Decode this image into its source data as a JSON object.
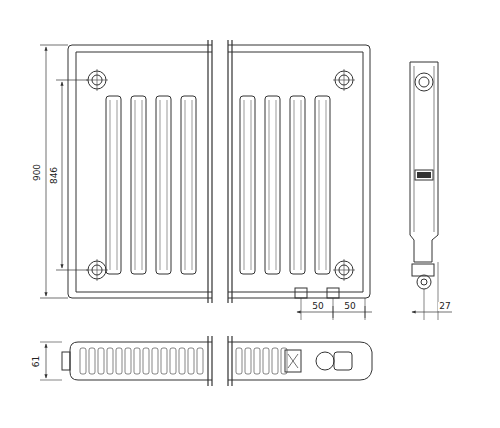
{
  "diagram": {
    "labels": [
      "900",
      "846",
      "50",
      "50",
      "27",
      "61"
    ]
  }
}
